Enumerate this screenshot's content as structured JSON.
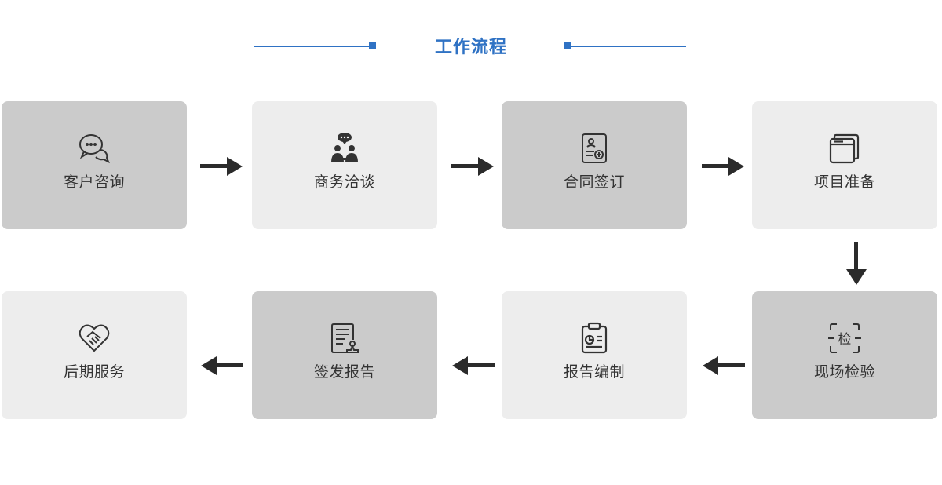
{
  "header": {
    "title": "工作流程"
  },
  "colors": {
    "accent": "#2f72c4",
    "card_dark": "#cbcbcb",
    "card_light": "#ededed",
    "arrow": "#2b2b2b",
    "text": "#333333"
  },
  "steps": [
    {
      "label": "客户咨询",
      "icon": "chat-bubbles-icon"
    },
    {
      "label": "商务洽谈",
      "icon": "people-talking-icon"
    },
    {
      "label": "合同签订",
      "icon": "contract-icon"
    },
    {
      "label": "项目准备",
      "icon": "stacked-windows-icon"
    },
    {
      "label": "现场检验",
      "icon": "scan-inspect-icon"
    },
    {
      "label": "报告编制",
      "icon": "clipboard-chart-icon"
    },
    {
      "label": "签发报告",
      "icon": "document-seal-icon"
    },
    {
      "label": "后期服务",
      "icon": "heart-handshake-icon"
    }
  ]
}
